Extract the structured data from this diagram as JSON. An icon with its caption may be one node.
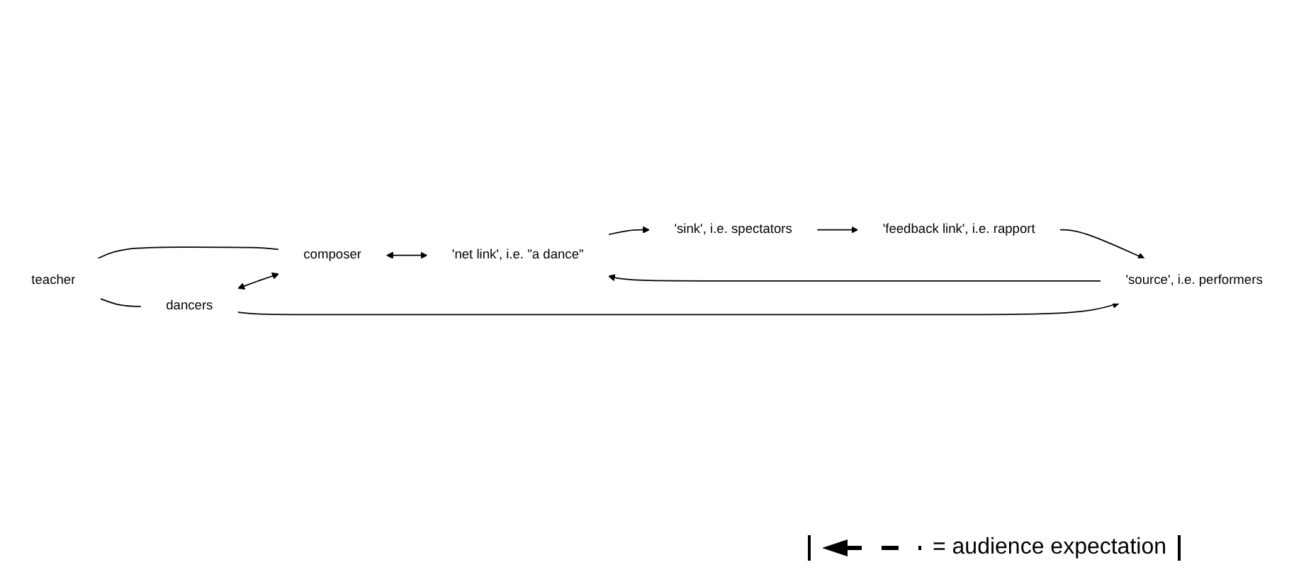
{
  "diagram": {
    "nodes": [
      {
        "text": [
          "teacher"
        ]
      },
      {
        "text": [
          "composer"
        ]
      },
      {
        "text": [
          "dancers"
        ]
      },
      {
        "text": [
          "'source', i.e. performers"
        ]
      },
      {
        "text": [
          "'net link', i.e. \"a dance\""
        ]
      },
      {
        "text": [
          "'sink', i.e. spectators"
        ]
      },
      {
        "text": [
          "'feedback link', i.e. rapport"
        ]
      }
    ],
    "edges": [
      {
        "from": 0,
        "to": 1,
        "arrow": "none"
      },
      {
        "from": 0,
        "to": 2,
        "arrow": "none"
      },
      {
        "from": 2,
        "to": 1,
        "arrow": "both"
      },
      {
        "from": 2,
        "to": 3,
        "arrow": "to"
      },
      {
        "from": 1,
        "to": 4,
        "arrow": "both"
      },
      {
        "from": 3,
        "to": 4,
        "arrow": "to"
      },
      {
        "from": 4,
        "to": 5,
        "arrow": "to"
      },
      {
        "from": 5,
        "to": 6,
        "arrow": "to"
      },
      {
        "from": 6,
        "to": 3,
        "arrow": "to"
      }
    ],
    "legend": [
      {
        "text": "= audience expectation"
      }
    ]
  }
}
